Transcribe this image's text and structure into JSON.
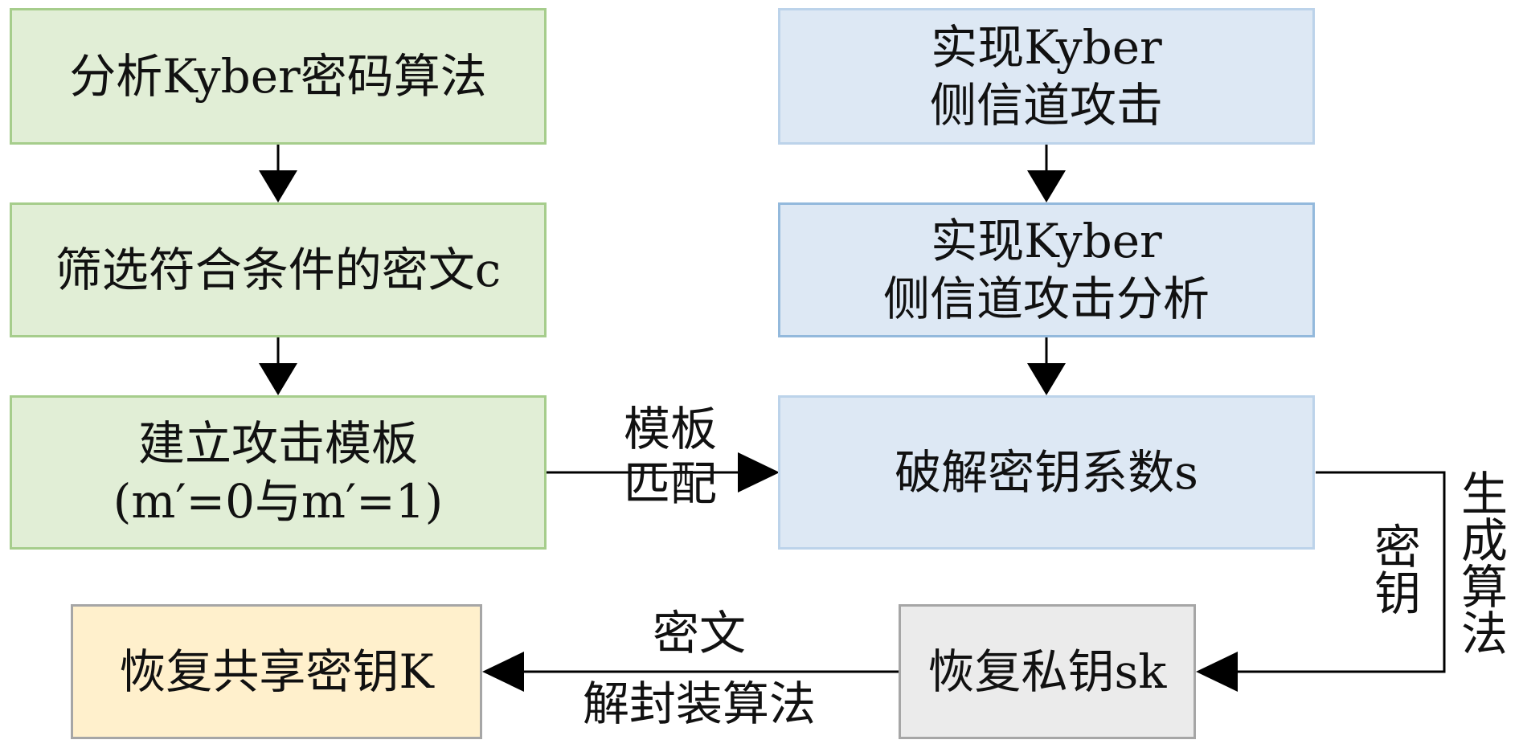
{
  "left_column": {
    "box1": "分析Kyber密码算法",
    "box2": "筛选符合条件的密文c",
    "box3_line1": "建立攻击模板",
    "box3_line2": "(m′=0与m′=1)"
  },
  "right_column": {
    "box1_line1": "实现Kyber",
    "box1_line2": "侧信道攻击",
    "box2_line1": "实现Kyber",
    "box2_line2": "侧信道攻击分析",
    "box3": "破解密钥系数s"
  },
  "bottom_row": {
    "recover_private_key": "恢复私钥sk",
    "recover_shared_key": "恢复共享密钥K"
  },
  "edge_labels": {
    "template_match_line1": "模板",
    "template_match_line2": "匹配",
    "key_chars": [
      "密",
      "钥"
    ],
    "keygen_chars": [
      "生",
      "成",
      "算",
      "法"
    ],
    "ciphertext": "密文",
    "decapsulation": "解封装算法"
  },
  "colors": {
    "green_fill": "#e1eed6",
    "green_border": "#a6cd8c",
    "blue_fill": "#dde8f4",
    "blue_border": "#bcd3ea",
    "gray_fill": "#ebebeb",
    "gray_border": "#a6a6a6",
    "yellow_fill": "#fff0cc"
  }
}
